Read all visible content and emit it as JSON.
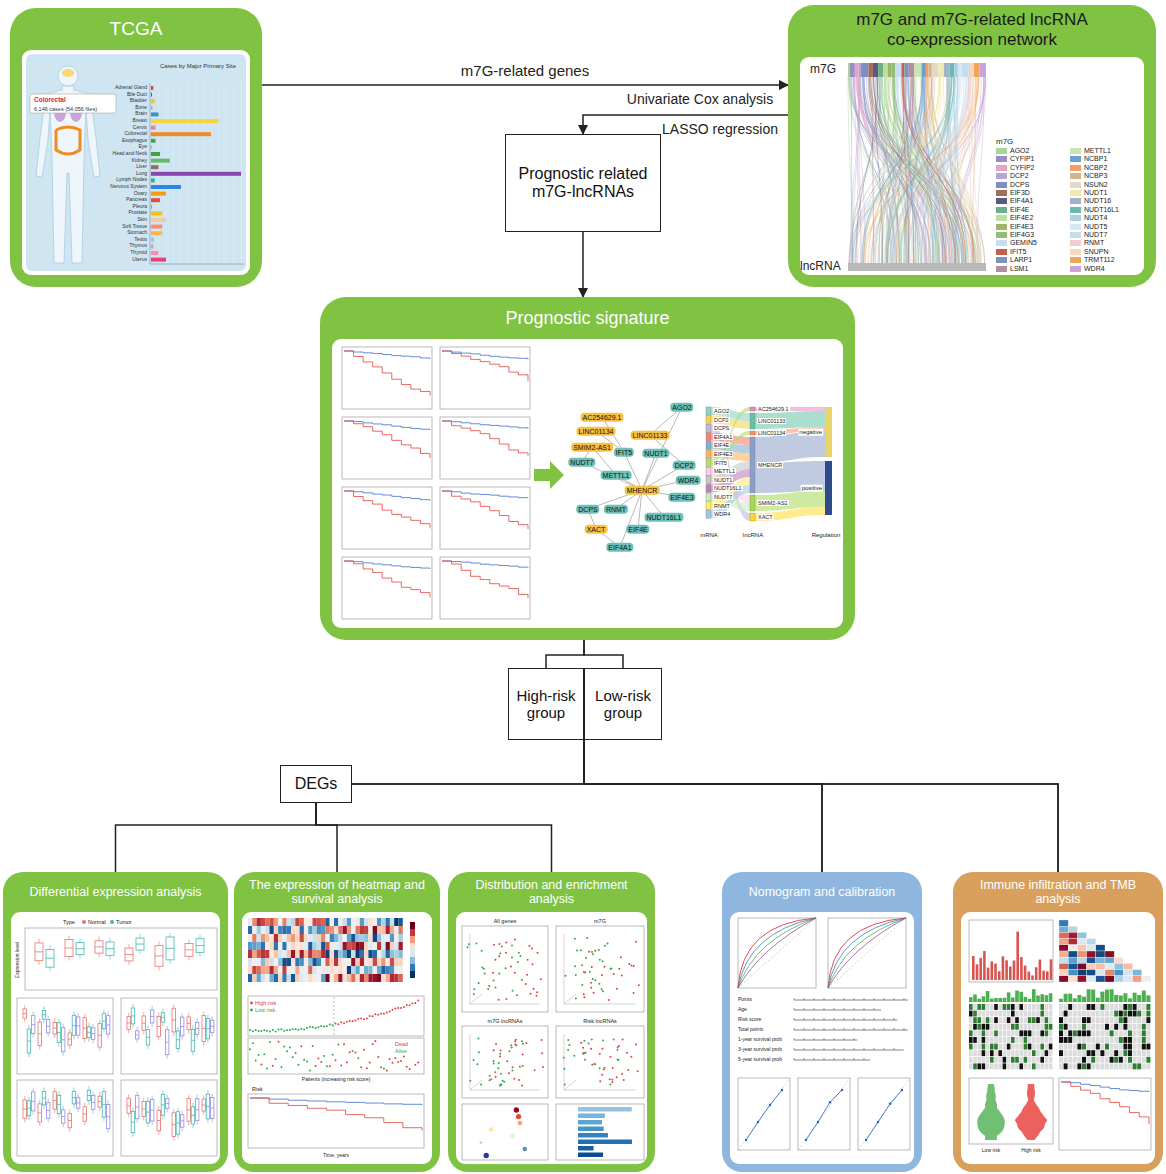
{
  "diagram": {
    "nodes": [
      {
        "text": [
          "TCGA"
        ]
      },
      {
        "text": [
          "m7G and m7G-related lncRNA co-expression network"
        ]
      },
      {
        "text": [
          "Prognostic related m7G-lncRNAs"
        ]
      },
      {
        "text": [
          "Prognostic signature"
        ]
      },
      {
        "text": [
          "High-risk group"
        ]
      },
      {
        "text": [
          "Low-risk group"
        ]
      },
      {
        "text": [
          "DEGs"
        ]
      },
      {
        "text": [
          "Differential expression analysis"
        ]
      },
      {
        "text": [
          "The expression of heatmap and survival analysis"
        ]
      },
      {
        "text": [
          "Distribution and enrichment analysis"
        ]
      },
      {
        "text": [
          "Nomogram and calibration"
        ]
      },
      {
        "text": [
          "Immune infiltration and TMB analysis"
        ]
      }
    ],
    "edges": [
      {
        "from": 0,
        "to": 1,
        "arrow": "to",
        "label": "m7G-related genes"
      },
      {
        "from": 1,
        "to": 2,
        "arrow": "to",
        "label": "Univariate Cox analysis"
      },
      {
        "from": 2,
        "to": 3,
        "arrow": "to"
      },
      {
        "from": 3,
        "to": 4,
        "arrow": "none"
      },
      {
        "from": 3,
        "to": 5,
        "arrow": "none"
      },
      {
        "from": 4,
        "to": 6,
        "arrow": "none"
      },
      {
        "from": 5,
        "to": 6,
        "arrow": "none"
      },
      {
        "from": 4,
        "to": 10,
        "arrow": "none"
      },
      {
        "from": 5,
        "to": 10,
        "arrow": "none"
      },
      {
        "from": 4,
        "to": 11,
        "arrow": "none"
      },
      {
        "from": 5,
        "to": 11,
        "arrow": "none"
      },
      {
        "from": 6,
        "to": 7,
        "arrow": "none"
      },
      {
        "from": 6,
        "to": 8,
        "arrow": "none"
      },
      {
        "from": 6,
        "to": 9,
        "arrow": "none"
      }
    ],
    "labels": [
      "Cases by Major Primary Site",
      "Colorectal",
      "6,146 cases (54,056 files)",
      "Adrenal Gland",
      "Bile Duct",
      "Bladder",
      "Bone",
      "Brain",
      "Breast",
      "Cervix",
      "Colorectal",
      "Esophagus",
      "Eye",
      "Head and Neck",
      "Kidney",
      "Liver",
      "Lung",
      "Lymph Nodes",
      "Nervous System",
      "Ovary",
      "Pancreas",
      "Pleura",
      "Prostate",
      "Skin",
      "Soft Tissue",
      "Stomach",
      "Testis",
      "Thymus",
      "Thyroid",
      "Uterus",
      "LASSO regression",
      "m7G",
      "lncRNA",
      "m7G",
      "AC254629.1",
      "LINC01134",
      "LINC01133",
      "AGO2",
      "SMIM2-AS1",
      "IFIT5",
      "NUDT1",
      "DCP2",
      "WDR4",
      "NUDT7",
      "METTL1",
      "MHENCR",
      "EIF4E3",
      "DCPS",
      "RNMT",
      "NUDT16L1",
      "EIF4E",
      "XACT",
      "EIF4A1",
      "AGO2",
      "DCP2",
      "DCPS",
      "EIF4A1",
      "EIF4E",
      "EIF4E3",
      "IFIT5",
      "METTL1",
      "NUDT1",
      "NUDT16L1",
      "NUDT7",
      "RNMT",
      "WDR4",
      "AC254629.1",
      "LINC01133",
      "LINC01134",
      "MHENCR",
      "SMIM2-AS1",
      "XACT",
      "negative",
      "positive",
      "mRNA",
      "lncRNA",
      "Regulation",
      "Type",
      "Normal",
      "Tumor",
      "Expression level",
      "High risk",
      "Low risk",
      "Dead",
      "Alive",
      "Patients (increasing risk score)",
      "Risk",
      "Time, years",
      "All genes",
      "m7G",
      "m7G lncRNAs",
      "Risk lncRNAs",
      "Points",
      "Age",
      "Risk score",
      "Total points",
      "1-year survival prob",
      "3-year survival prob",
      "5-year survival prob",
      "Low risk",
      "High risk"
    ],
    "legend": [
      {
        "text": "AGO2",
        "color": "#a6d49b"
      },
      {
        "text": "CYFIP1",
        "color": "#9a8cc5"
      },
      {
        "text": "CYFIP2",
        "color": "#e6a3c6"
      },
      {
        "text": "DCP2",
        "color": "#b3a7d6"
      },
      {
        "text": "DCPS",
        "color": "#7e8ec4"
      },
      {
        "text": "EIF3D",
        "color": "#a26e5a"
      },
      {
        "text": "EIF4A1",
        "color": "#5b5b7b"
      },
      {
        "text": "EIF4E",
        "color": "#6fae8a"
      },
      {
        "text": "EIF4E2",
        "color": "#b8e0a0"
      },
      {
        "text": "EIF4E3",
        "color": "#9fb36a"
      },
      {
        "text": "EIF4G3",
        "color": "#8fbf7a"
      },
      {
        "text": "GEMIN5",
        "color": "#c9dcf0"
      },
      {
        "text": "IFIT5",
        "color": "#c0604a"
      },
      {
        "text": "LARP1",
        "color": "#7d93b8"
      },
      {
        "text": "LSM1",
        "color": "#b08fa0"
      },
      {
        "text": "METTL1",
        "color": "#c8e6b5"
      },
      {
        "text": "NCBP1",
        "color": "#6f9fd0"
      },
      {
        "text": "NCBP2",
        "color": "#f0a060"
      },
      {
        "text": "NCBP3",
        "color": "#d4b48c"
      },
      {
        "text": "NSUN2",
        "color": "#e3d9c6"
      },
      {
        "text": "NUDT1",
        "color": "#f2e9b0"
      },
      {
        "text": "NUDT16",
        "color": "#a0b4c8"
      },
      {
        "text": "NUDT16L1",
        "color": "#6fb8b0"
      },
      {
        "text": "NUDT4",
        "color": "#a8d0e8"
      },
      {
        "text": "NUDT5",
        "color": "#d6e6f2"
      },
      {
        "text": "NUDT7",
        "color": "#c4dcec"
      },
      {
        "text": "RNMT",
        "color": "#f0cccc"
      },
      {
        "text": "SNUPN",
        "color": "#f6d9bd"
      },
      {
        "text": "TRMT112",
        "color": "#f2a65a"
      },
      {
        "text": "WDR4",
        "color": "#c9a4d8"
      }
    ]
  }
}
